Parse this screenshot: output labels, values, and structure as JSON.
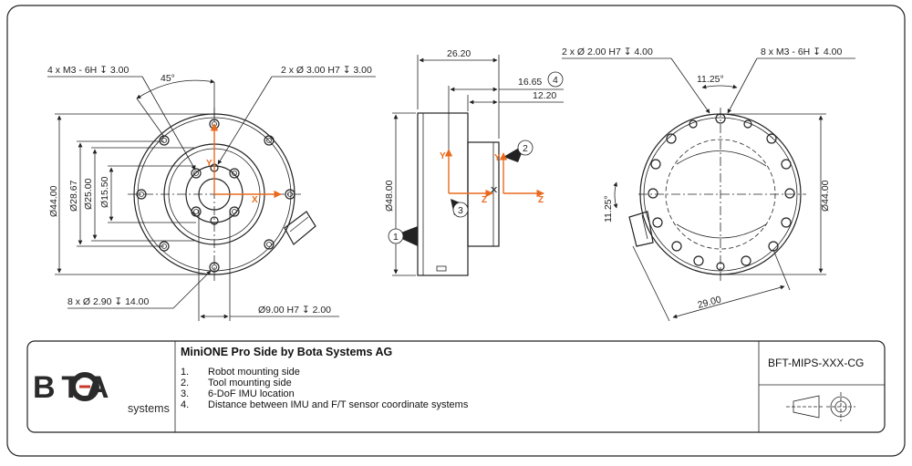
{
  "front_view": {
    "callout_holes_left": "4 x M3 - 6H ↧ 3.00",
    "callout_holes_right": "2 x Ø 3.00 H7 ↧ 3.00",
    "angle": "45°",
    "dim_outer": "Ø44.00",
    "dim_28": "Ø28.67",
    "dim_25": "Ø25.00",
    "dim_15": "Ø15.50",
    "callout_through": "8 x Ø 2.90 ↧ 14.00",
    "callout_bore": "Ø9.00 H7 ↧ 2.00",
    "axis_x": "X",
    "axis_y": "Y"
  },
  "side_view": {
    "dim_width": "26.20",
    "dim_imu": "16.65",
    "dim_tool": "12.20",
    "dim_height": "Ø48.00",
    "axis_y": "Y",
    "axis_z": "Z",
    "axis_y2": "Y",
    "axis_z2": "Z",
    "marker_1": "1",
    "marker_2": "2",
    "marker_3": "3",
    "marker_4": "4"
  },
  "back_view": {
    "callout_holes_left": "2 x Ø 2.00 H7 ↧ 4.00",
    "callout_holes_right": "8 x M3 - 6H ↧ 4.00",
    "angle_top": "11.25°",
    "angle_left": "11.25°",
    "dim_outer": "Ø44.00",
    "dim_29": "29.00"
  },
  "title_block": {
    "logo_text": "B T A",
    "logo_sub": "systems",
    "title": "MiniONE Pro Side by Bota Systems AG",
    "notes": [
      {
        "num": "1.",
        "text": "Robot mounting side"
      },
      {
        "num": "2.",
        "text": "Tool mounting side"
      },
      {
        "num": "3.",
        "text": "6-DoF IMU location"
      },
      {
        "num": "4.",
        "text": "Distance between IMU and F/T sensor coordinate systems"
      }
    ],
    "part_code": "BFT-MIPS-XXX-CG"
  },
  "colors": {
    "axis": "#ea6a1d",
    "line": "#222222",
    "logo": "#2b2b2b"
  }
}
